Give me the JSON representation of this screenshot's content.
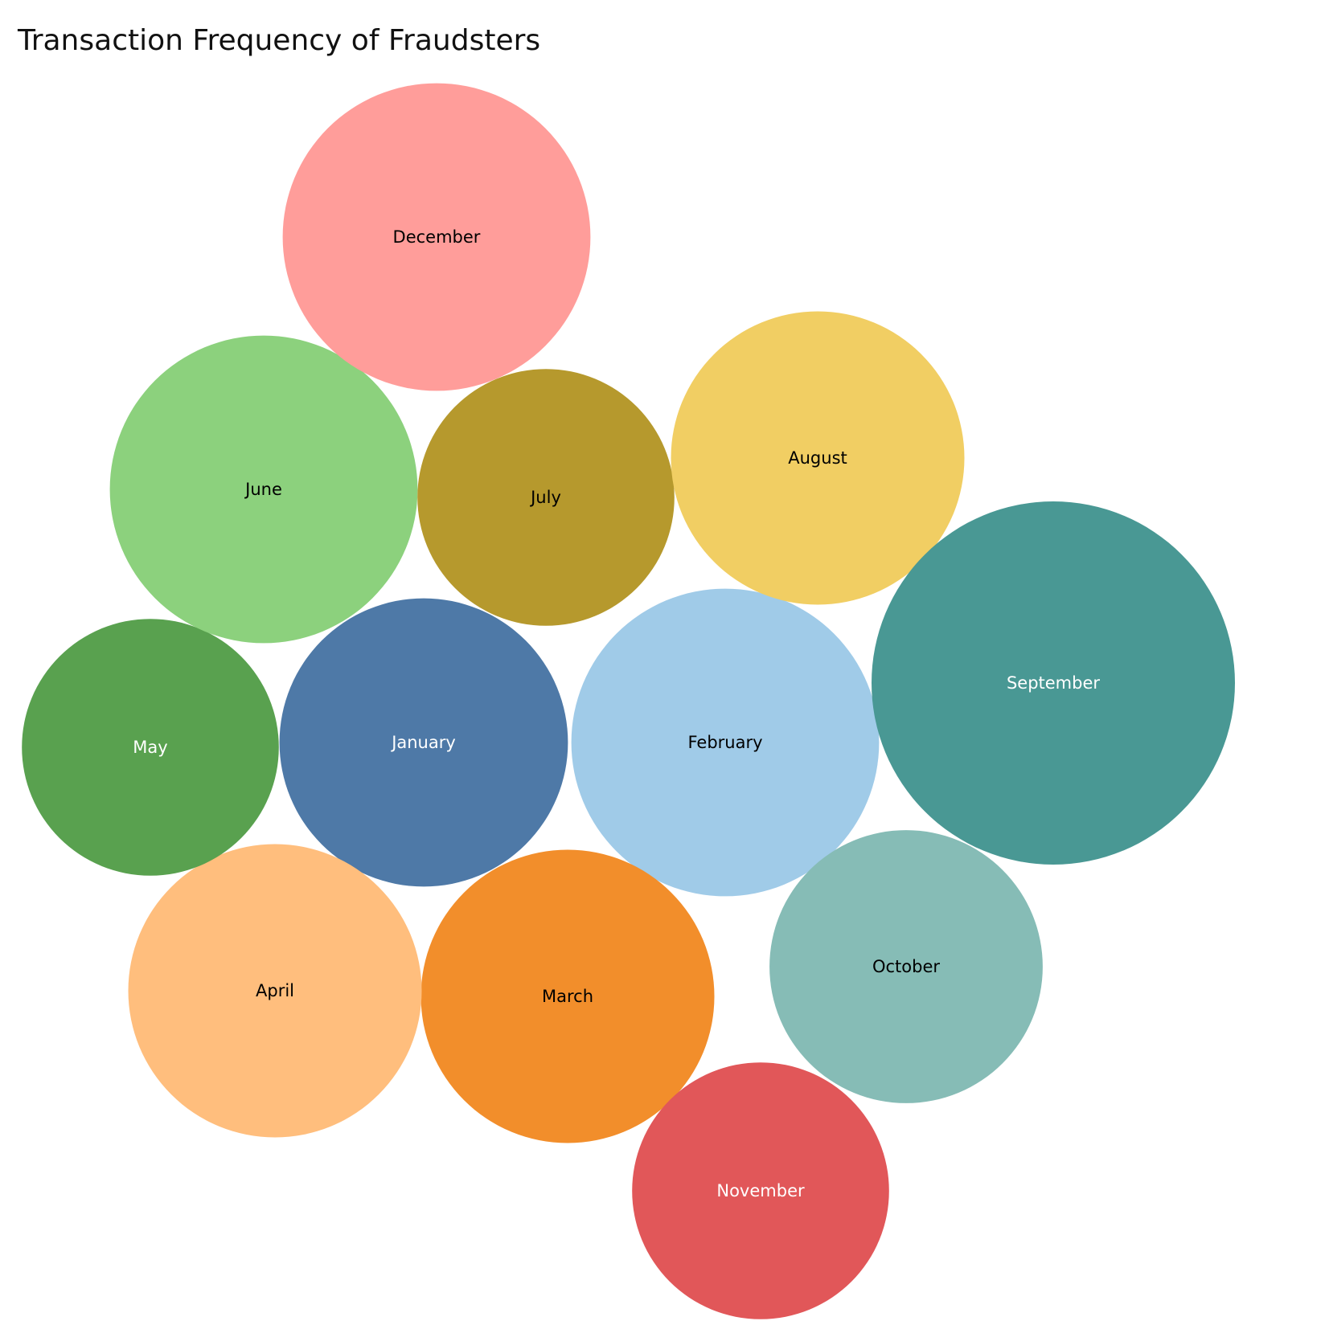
{
  "chart_data": {
    "type": "bubble",
    "title": "Transaction Frequency of Fraudsters",
    "categories": [
      "January",
      "February",
      "March",
      "April",
      "May",
      "June",
      "July",
      "August",
      "September",
      "October",
      "November",
      "December"
    ],
    "values": [
      145,
      165,
      150,
      150,
      115,
      165,
      115,
      150,
      230,
      130,
      115,
      165
    ],
    "colors": [
      "#4e79a7",
      "#a0cbe8",
      "#f28e2b",
      "#ffbe7d",
      "#59a14f",
      "#8cd17d",
      "#b6992d",
      "#f1ce63",
      "#499894",
      "#86bcb6",
      "#e15759",
      "#ff9d9a"
    ],
    "label_colors": [
      "#ffffff",
      "#000000",
      "#000000",
      "#000000",
      "#ffffff",
      "#000000",
      "#000000",
      "#000000",
      "#ffffff",
      "#000000",
      "#ffffff",
      "#000000"
    ]
  }
}
